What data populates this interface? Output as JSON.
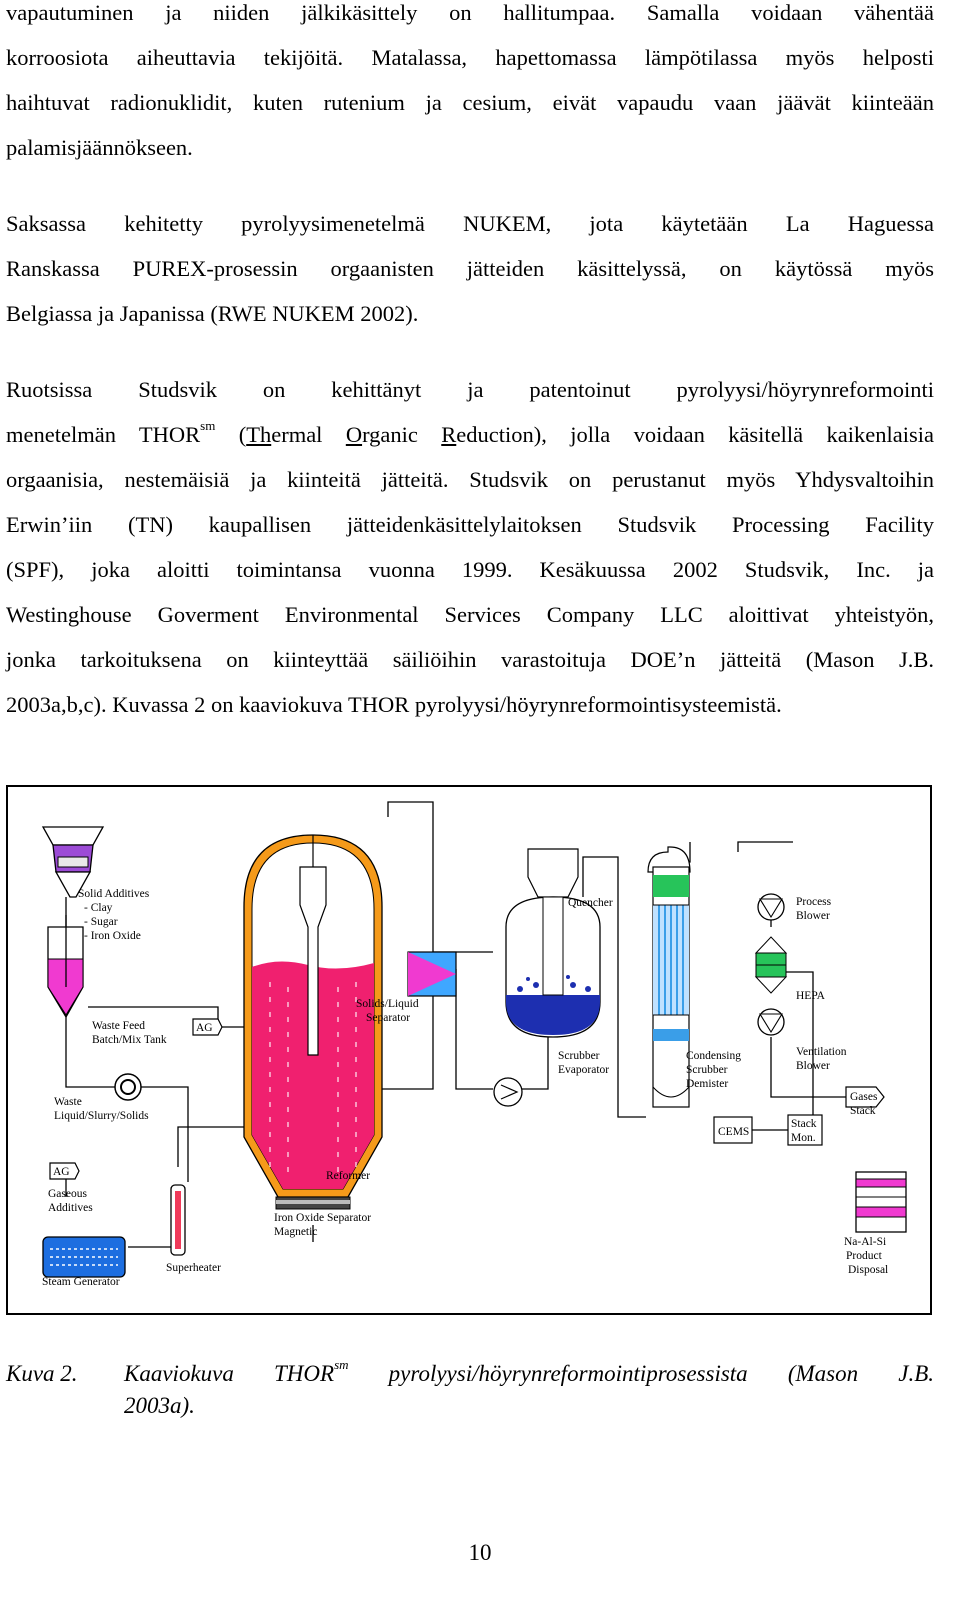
{
  "paragraph1": {
    "lines": [
      "vapautuminen ja niiden jälkikäsittely on hallitumpaa. Samalla voidaan vähentää",
      "korroosiota aiheuttavia tekijöitä. Matalassa, hapettomassa lämpötilassa myös helposti",
      "haihtuvat radionuklidit, kuten rutenium ja cesium, eivät vapaudu vaan jäävät kiinteään",
      "palamisjäännökseen."
    ]
  },
  "paragraph2": {
    "lines": [
      "Saksassa kehitetty pyrolyysimenetelmä NUKEM, jota käytetään La Haguessa",
      "Ranskassa PUREX-prosessin orgaanisten jätteiden käsittelyssä, on käytössä myös",
      "Belgiassa ja Japanissa (RWE NUKEM 2002)."
    ]
  },
  "paragraph3": {
    "line1": "Ruotsissa Studsvik on kehittänyt ja patentoinut pyrolyysi/höyrynreformointi",
    "line2_a": "menetelmän THOR",
    "line2_sup": "sm",
    "line2_b": " (",
    "line2_u1": "Th",
    "line2_c": "ermal ",
    "line2_u2": "O",
    "line2_d": "rganic ",
    "line2_u3": "R",
    "line2_e": "eduction), jolla voidaan käsitellä kaikenlaisia",
    "rest": [
      "orgaanisia, nestemäisiä ja kiinteitä jätteitä. Studsvik on perustanut myös Yhdysvaltoihin",
      "Erwin’iin (TN) kaupallisen jätteidenkäsittelylaitoksen Studsvik Processing Facility",
      "(SPF), joka aloitti toimintansa vuonna 1999. Kesäkuussa 2002 Studsvik, Inc. ja",
      "Westinghouse Goverment Environmental Services Company LLC aloittivat yhteistyön,",
      "jonka tarkoituksena on kiinteyttää säiliöihin varastoituja DOE’n jätteitä (Mason J.B.",
      "2003a,b,c). Kuvassa 2 on kaaviokuva THOR pyrolyysi/höyrynreformointisysteemistä."
    ]
  },
  "figure": {
    "labels": {
      "solid_additives": [
        "Solid Additives",
        "- Clay",
        "- Sugar",
        "- Iron Oxide"
      ],
      "waste_feed": [
        "Waste Feed",
        "Batch/Mix Tank"
      ],
      "ag1": "AG",
      "ag2": "AG",
      "waste_liquid": [
        "Waste",
        "Liquid/Slurry/Solids"
      ],
      "gaseous": [
        "Gaseous",
        "Additives"
      ],
      "steam_generator": "Steam Generator",
      "superheater": "Superheater",
      "iron_oxide_separator": [
        "Iron Oxide Separator",
        "Magnetic"
      ],
      "reformer": "Reformer",
      "solids_liquid_separator": [
        "Solids/Liquid",
        "Separator"
      ],
      "quencher": "Quencher",
      "scrubber_evaporator": [
        "Scrubber",
        "Evaporator"
      ],
      "condensing": [
        "Condensing",
        "Scrubber",
        "Demister"
      ],
      "process_blower": [
        "Process",
        "Blower"
      ],
      "hepa": "HEPA",
      "ventilation_blower": [
        "Ventilation",
        "Blower"
      ],
      "gases_stack": [
        "Gases",
        "Stack"
      ],
      "cems": "CEMS",
      "stack_mon": [
        "Stack",
        "Mon."
      ],
      "na_al_si": [
        "Na-Al-Si",
        "Product",
        "Disposal"
      ]
    },
    "colors": {
      "reformer_fill": "#f0206f",
      "reformer_wall": "#f59a1a",
      "quencher_liquid": "#1d2fb0",
      "scrubber_tubes": "#3a9ee8",
      "green_band": "#27c45a",
      "feed_tank": "#f03ad0",
      "additive_hopper": "#9c4bd6",
      "steam_water": "#1d6ee0"
    }
  },
  "caption": {
    "label": "Kuva 2.",
    "text_a": "Kaaviokuva THOR",
    "text_sup": "sm",
    "text_b": " pyrolyysi/höyrynreformointiprosessista (Mason J.B.",
    "text_c": "2003a)."
  },
  "page_number": "10"
}
